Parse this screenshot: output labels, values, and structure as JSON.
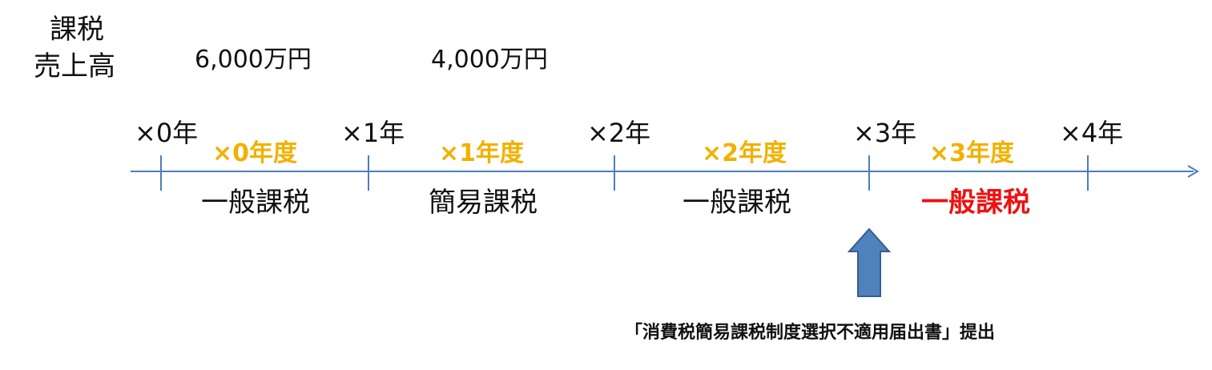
{
  "left_label": {
    "line1": "課税",
    "line2": "売上高"
  },
  "sales": [
    "6,000万円",
    "4,000万円"
  ],
  "years": [
    "×0年",
    "×1年",
    "×2年",
    "×3年",
    "×4年"
  ],
  "fiscal_years": [
    "×0年度",
    "×1年度",
    "×2年度",
    "×3年度"
  ],
  "methods": [
    "一般課税",
    "簡易課税",
    "一般課税",
    "一般課税"
  ],
  "note": "「消費税簡易課税制度選択不適用届出書」提出",
  "colors": {
    "timeline": "#4a7ebb",
    "fiscal_year": "#f2b100",
    "highlight": "#ee1111",
    "arrow_fill": "#4f81bd",
    "arrow_stroke": "#385d8a"
  }
}
